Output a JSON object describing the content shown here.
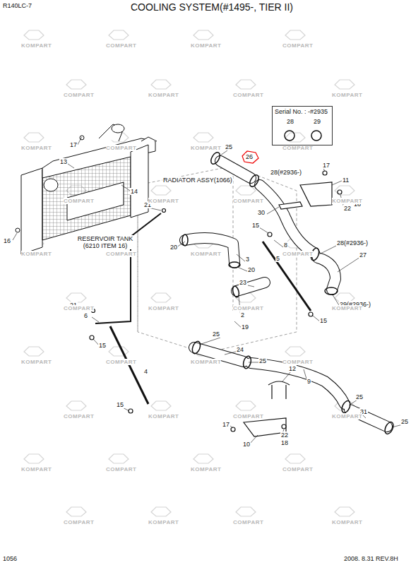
{
  "diagram": {
    "title": "COOLING SYSTEM(#1495-, TIER II)",
    "nodes": [
      {
        "text": [
          "Serial No. : -#2935",
          "28",
          "29"
        ]
      }
    ],
    "labels": [
      "R140LC-7",
      "17",
      "13",
      "14",
      "16",
      "25",
      "26",
      "RADIATOR ASSY(1066)",
      "21",
      "RESERVOIR TANK (6210 ITEM 16)",
      "20",
      "3",
      "20",
      "15",
      "8",
      "5",
      "30",
      "28(#2936-)",
      "17",
      "11",
      "22",
      "18",
      "28(#2936-)",
      "27",
      "29(#2936-)",
      "23",
      "2",
      "19",
      "15",
      "21",
      "6",
      "15",
      "4",
      "15",
      "25",
      "24",
      "25",
      "12",
      "9",
      "25",
      "31",
      "25",
      "17",
      "22",
      "18",
      "10",
      "1056",
      "2008. 8.31 REV.8H",
      "KOMPART",
      "COMPART",
      "KOMPART",
      "COMPART",
      "COMPART",
      "KOMPART",
      "COMPART",
      "KOMPART",
      "KOMPART",
      "COMPART",
      "KOMPART",
      "COMPART",
      "COMPART",
      "KOMPART",
      "COMPART",
      "KOMPART",
      "KOMPART",
      "COMPART",
      "KOMPART",
      "COMPART",
      "COMPART",
      "KOMPART",
      "COMPART",
      "KOMPART",
      "KOMPART",
      "COMPART",
      "KOMPART",
      "COMPART",
      "COMPART",
      "KOMPART",
      "COMPART",
      "KOMPART",
      "KOMPART",
      "COMPART",
      "KOMPART",
      "COMPART",
      "COMPART",
      "KOMPART",
      "COMPART",
      "KOMPART"
    ]
  }
}
